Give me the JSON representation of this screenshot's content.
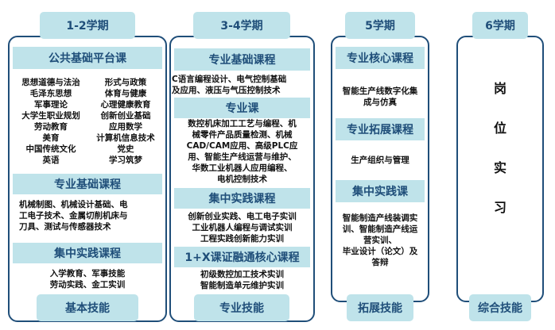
{
  "col1": {
    "header": "1-2学期",
    "footer": "基本技能",
    "sections": [
      {
        "title": "公共基础平台课"
      },
      {
        "title": "专业基础课程"
      },
      {
        "title": "集中实践课程"
      }
    ],
    "public_courses": [
      "思想道德与法治",
      "形式与政策",
      "毛泽东思想",
      "体育与健康",
      "军事理论",
      "心理健康教育",
      "大学生职业规划",
      "创新创业基础",
      "劳动教育",
      "应用数学",
      "美育",
      "计算机信息技术",
      "中国传统文化",
      "党史",
      "英语",
      "学习筑梦"
    ],
    "basic_lines": [
      "机械制图、机械设计基础、电",
      "工电子技术、金属切削机床与",
      "刀具、测试与传感器技术"
    ],
    "practice_lines": [
      "入学教育、军事技能",
      "劳动实践、金工实训"
    ]
  },
  "col2": {
    "header": "3-4学期",
    "footer": "专业技能",
    "sections": [
      {
        "title": "专业基础课程"
      },
      {
        "title": "专业课"
      },
      {
        "title": "集中实践课程"
      },
      {
        "title": "1+X课证融通核心课程"
      }
    ],
    "basic_lines": [
      "C语言编程设计、电气控制基础",
      "及应用、液压与气压控制技术"
    ],
    "major_lines": [
      "数控机床加工工艺与编程、机",
      "械零件产品质量检测、机械",
      "CAD/CAM应用、高级PLC应",
      "用、智能生产线运营与维护、",
      "华数工业机器人应用编程、",
      "电机控制技术"
    ],
    "practice_lines": [
      "创新创业实践、电工电子实训",
      "工业机器人编程与调试实训",
      "工程实践创新能力实训"
    ],
    "x_lines": [
      "初级数控加工技术实训",
      "智能制造单元维护实训"
    ]
  },
  "col3": {
    "header": "5学期",
    "footer": "拓展技能",
    "sections": [
      {
        "title": "专业核心课程"
      },
      {
        "title": "专业拓展课程"
      },
      {
        "title": "集中实践课"
      }
    ],
    "core_lines": [
      "智能生产线数字化集",
      "成与仿真"
    ],
    "ext_lines": [
      "生产组织与管理"
    ],
    "practice_lines": [
      "智能制造产线装调实",
      "训、智能制造产线运",
      "营实训、",
      "毕业设计（论文）及",
      "答辩"
    ]
  },
  "col4": {
    "header": "6学期",
    "footer": "综合技能",
    "vertical": [
      "岗",
      "位",
      "实",
      "习"
    ]
  }
}
